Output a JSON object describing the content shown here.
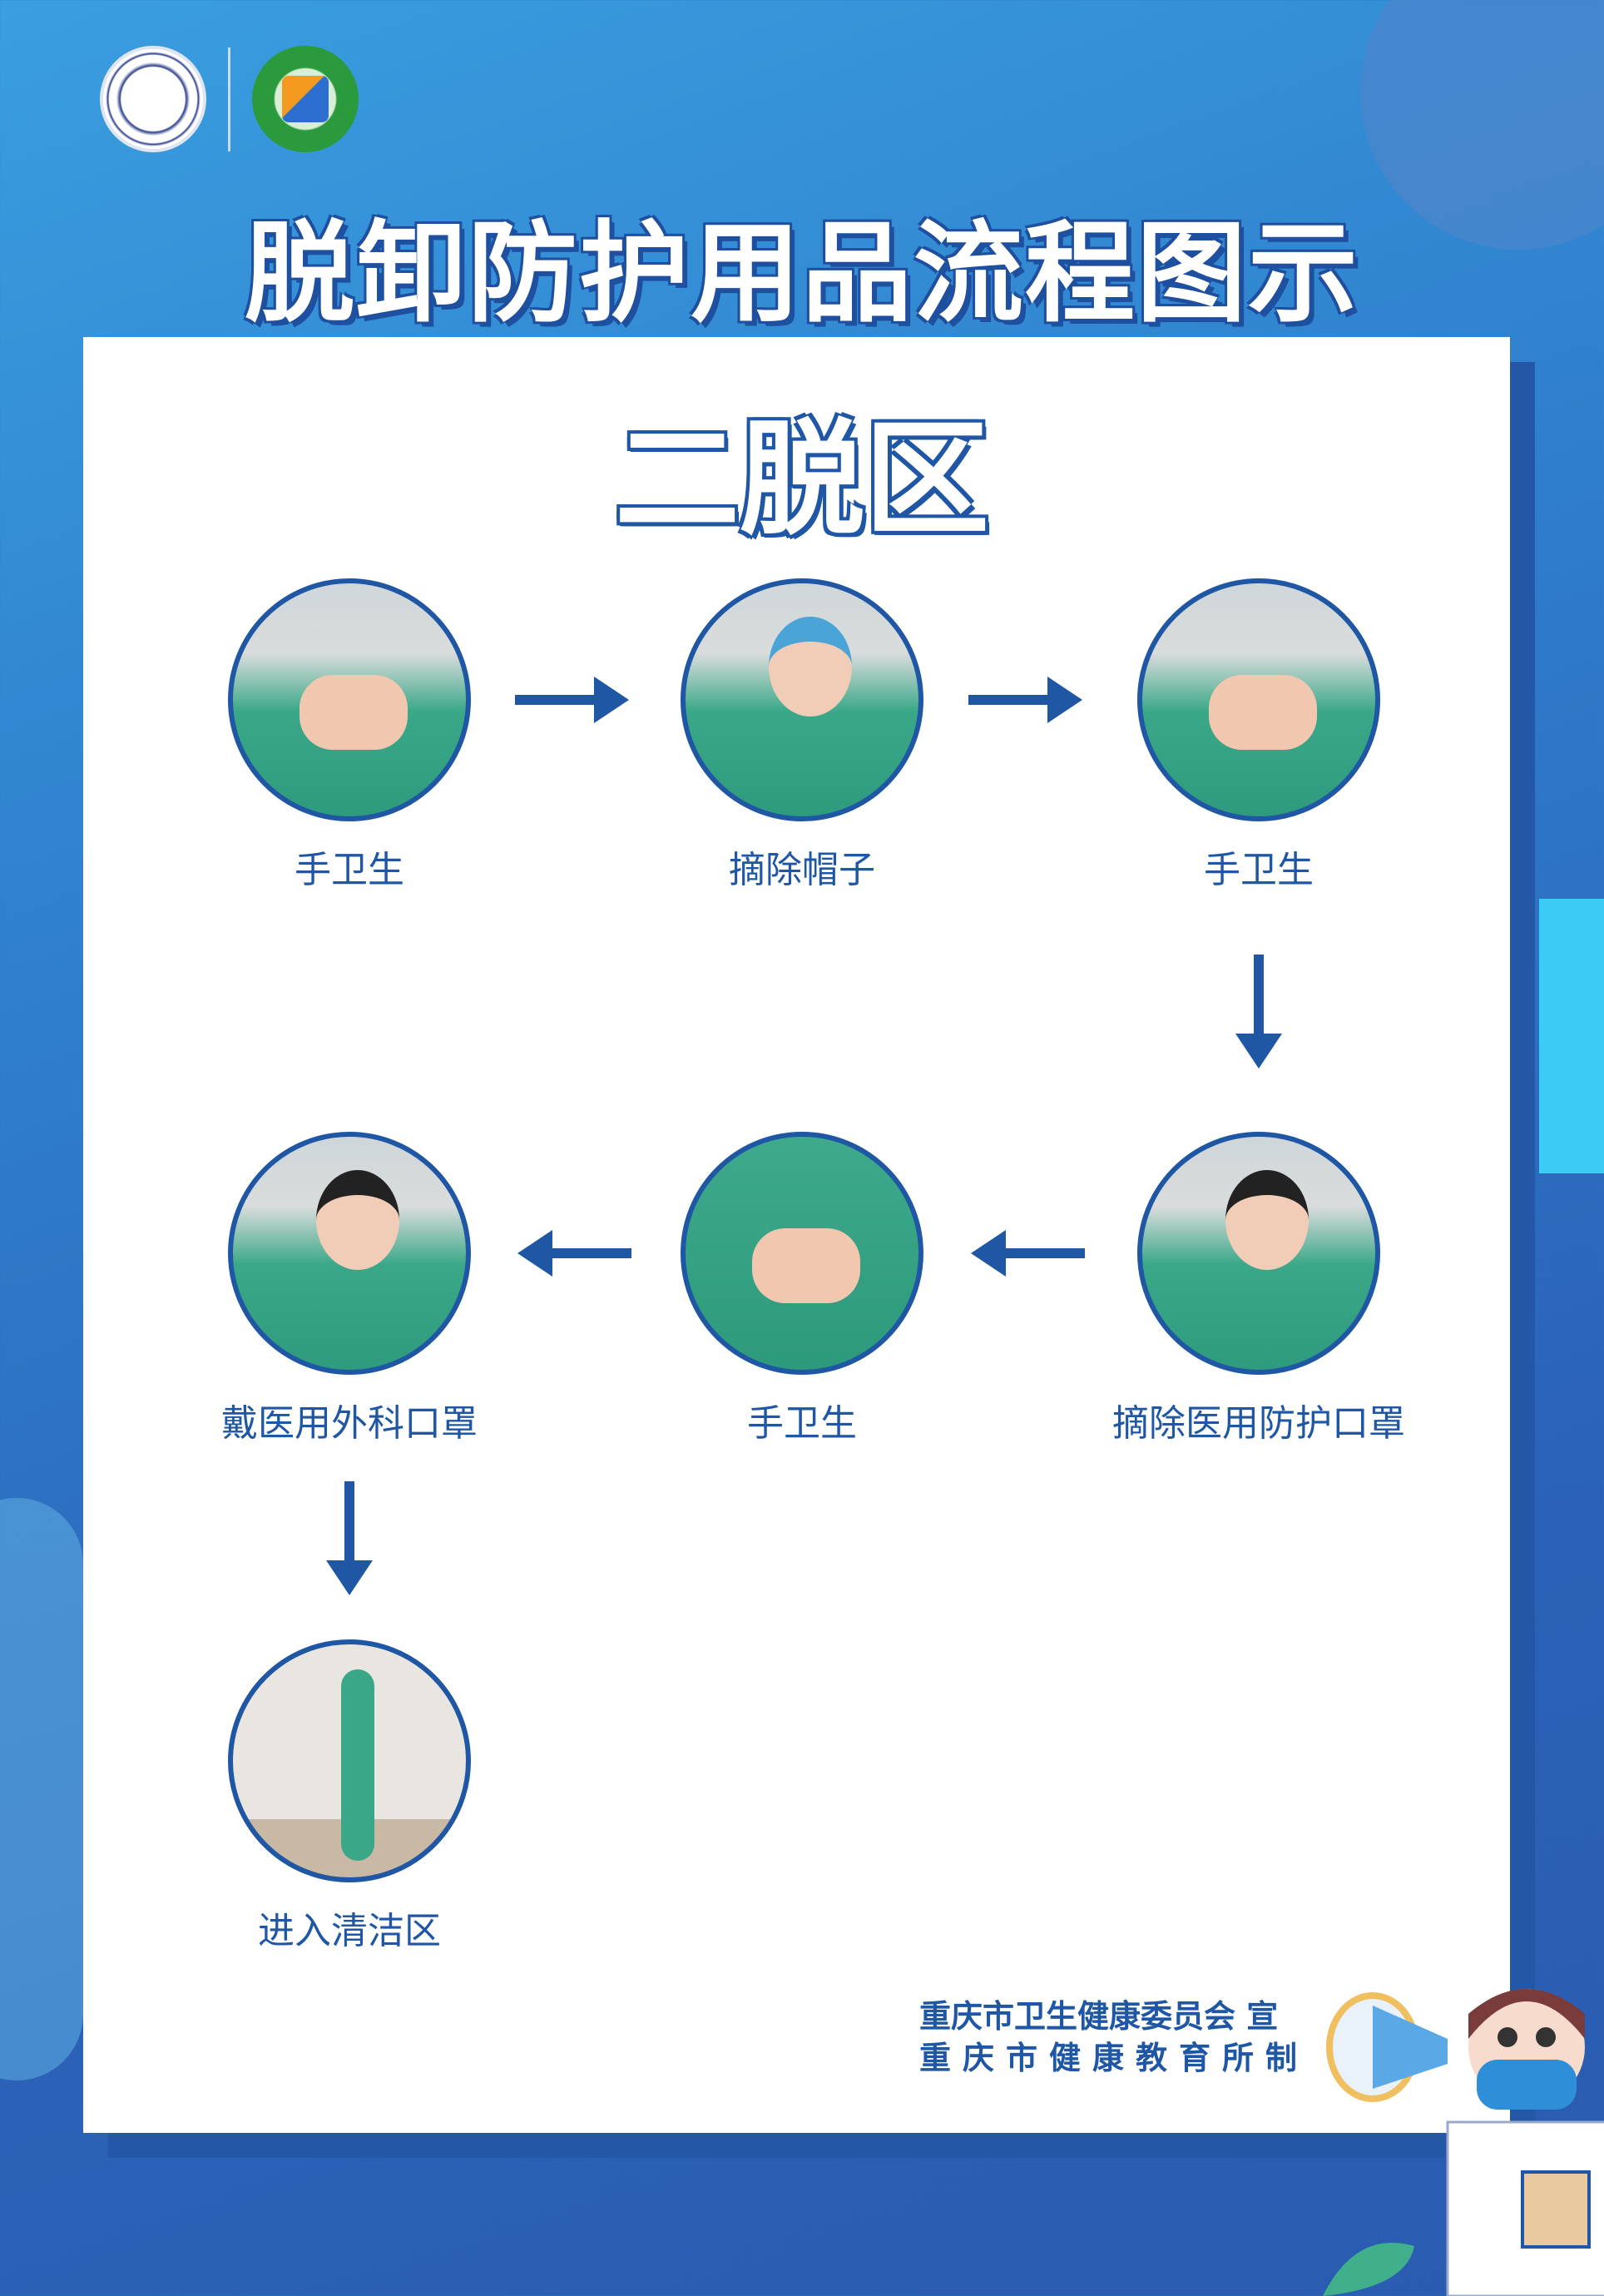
{
  "header": {
    "title": "脱卸防护用品流程图示",
    "logos": [
      "重庆市卫生健康委员会 logo",
      "重庆市健康教育所 logo"
    ]
  },
  "zone_title": "二脱区",
  "steps": [
    {
      "label": "手卫生"
    },
    {
      "label": "摘除帽子"
    },
    {
      "label": "手卫生"
    },
    {
      "label": "摘除医用防护口罩"
    },
    {
      "label": "手卫生"
    },
    {
      "label": "戴医用外科口罩"
    },
    {
      "label": "进入清洁区"
    }
  ],
  "footer": {
    "line1": "重庆市卫生健康委员会 宣",
    "line2": "重庆市健康教育所制"
  },
  "colors": {
    "primary": "#1f57a5",
    "background": "#2f7fcc"
  }
}
